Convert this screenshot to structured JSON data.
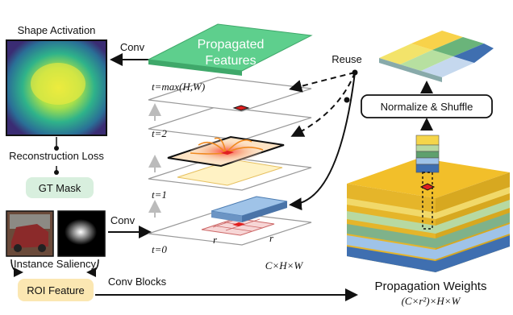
{
  "shape_activation": {
    "title": "Shape Activation"
  },
  "conv_top": "Conv",
  "reconstruction_loss": "Reconstruction Loss",
  "gt_mask": "GT Mask",
  "conv_mid": "Conv",
  "instance_saliency": "Instance Saliency",
  "roi_feature": "ROI Feature",
  "conv_blocks": "Conv Blocks",
  "propagated": {
    "line1": "Propagated",
    "line2": "Features"
  },
  "timesteps": [
    "t=max(H,W)",
    "t=2",
    "t=1",
    "t=0"
  ],
  "reuse": "Reuse",
  "normalize_shuffle": "Normalize & Shuffle",
  "grid_r_left": "r",
  "grid_r_right": "r",
  "dims_label": "C×H×W",
  "prop_weights": {
    "title": "Propagation Weights",
    "dims": "(C×r²)×H×W"
  },
  "colors": {
    "propagated_green": "#5ecf8d",
    "gt_mask_green": "#d8efde",
    "roi_yellow": "#fbe7b2",
    "red_pixel": "#e02020",
    "weights_top": "#f2bf2a"
  }
}
